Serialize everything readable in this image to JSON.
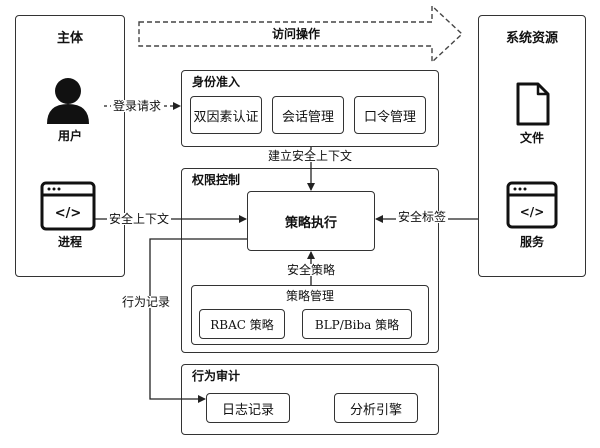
{
  "subject": {
    "title": "主体",
    "user_label": "用户",
    "process_label": "进程"
  },
  "resources": {
    "title": "系统资源",
    "file_label": "文件",
    "service_label": "服务"
  },
  "access_arrow_label": "访问操作",
  "identity": {
    "title": "身份准入",
    "items": [
      "双因素认证",
      "会话管理",
      "口令管理"
    ]
  },
  "permission": {
    "title": "权限控制",
    "enforcement": "策略执行",
    "policy_mgmt_title": "策略管理",
    "policies": [
      "RBAC 策略",
      "BLP/Biba 策略"
    ]
  },
  "audit": {
    "title": "行为审计",
    "items": [
      "日志记录",
      "分析引擎"
    ]
  },
  "edges": {
    "login": "登录请求",
    "security_context": "安全上下文",
    "build_context": "建立安全上下文",
    "security_label": "安全标签",
    "security_policy": "安全策略",
    "behavior_record": "行为记录"
  },
  "icons": {
    "user": "user-icon",
    "process": "code-window-icon",
    "file": "file-icon",
    "service": "code-window-icon"
  }
}
